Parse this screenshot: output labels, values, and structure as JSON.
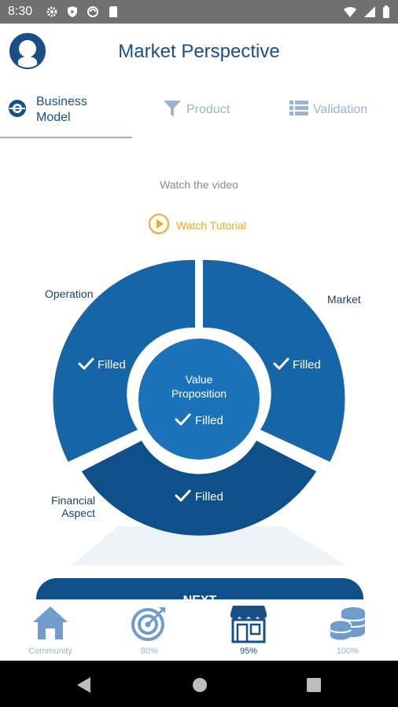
{
  "status_bar": {
    "time": "8:30"
  },
  "header": {
    "title": "Market Perspective"
  },
  "tabs": [
    {
      "label_line1": "Business",
      "label_line2": "Model"
    },
    {
      "label": "Product"
    },
    {
      "label": "Validation"
    }
  ],
  "video": {
    "prompt": "Watch the video",
    "button_label": "Watch Tutorial"
  },
  "wheel": {
    "center": {
      "line1": "Value",
      "line2": "Proposition",
      "status": "Filled"
    },
    "segments": [
      {
        "label": "Operation",
        "status": "Filled"
      },
      {
        "label": "Market",
        "status": "Filled"
      },
      {
        "label_line1": "Financial",
        "label_line2": "Aspect",
        "status": "Filled"
      }
    ]
  },
  "next_button": {
    "label": "NEXT"
  },
  "bottom_nav": [
    {
      "label": "Community"
    },
    {
      "label": "80%"
    },
    {
      "label": "95%"
    },
    {
      "label": "100%"
    }
  ],
  "colors": {
    "brand_dark": "#1a4f86",
    "segment_blue": "#1565a7",
    "bottom_segment": "#0f4f8a",
    "center_blue": "#1a73b8",
    "accent_orange": "#f5a623",
    "inactive_blue": "#9db3cc"
  }
}
